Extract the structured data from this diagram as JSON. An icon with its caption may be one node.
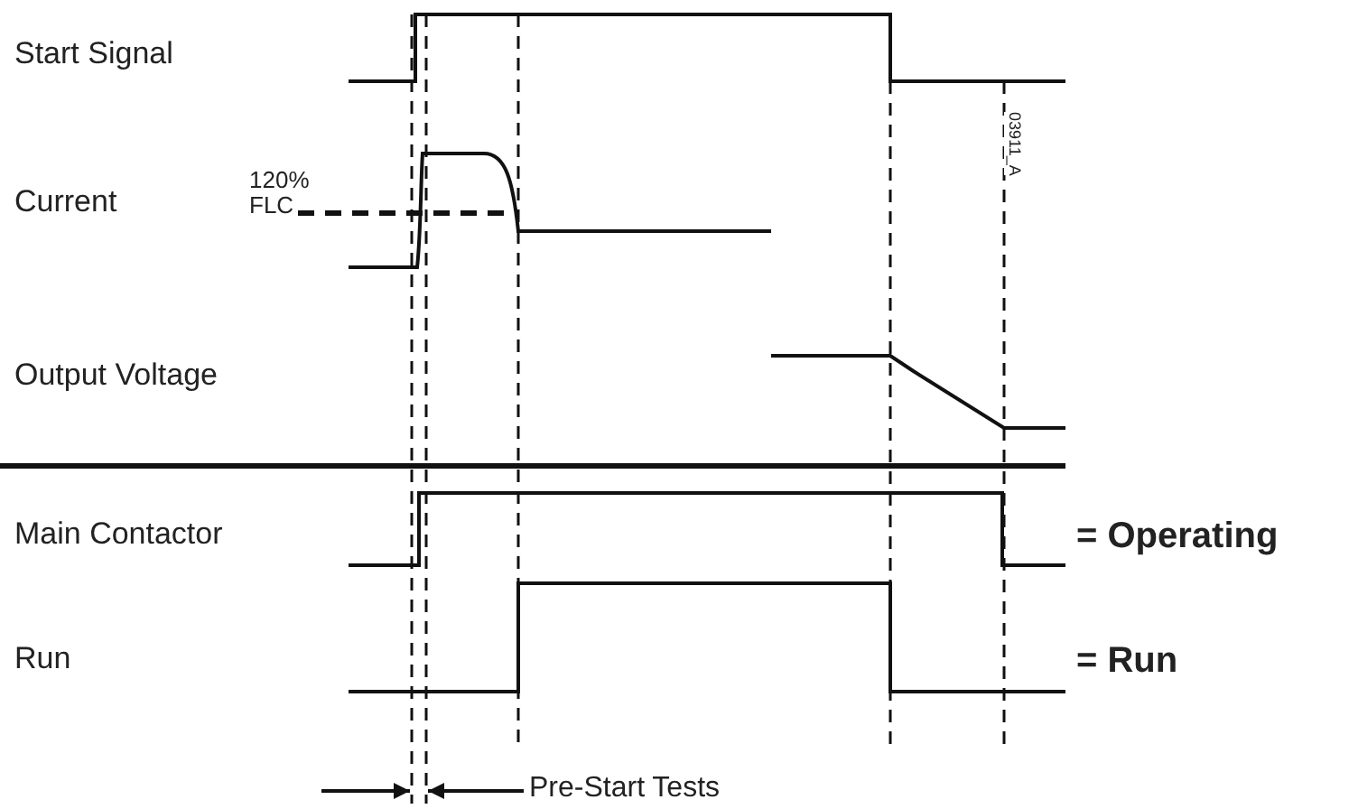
{
  "diagram": {
    "labels": [
      "Start Signal",
      "Current",
      "120% FLC",
      "Output Voltage",
      "Main Contactor",
      "Run",
      "= Operating",
      "= Run",
      "Pre-Start Tests",
      "03911_A"
    ]
  }
}
